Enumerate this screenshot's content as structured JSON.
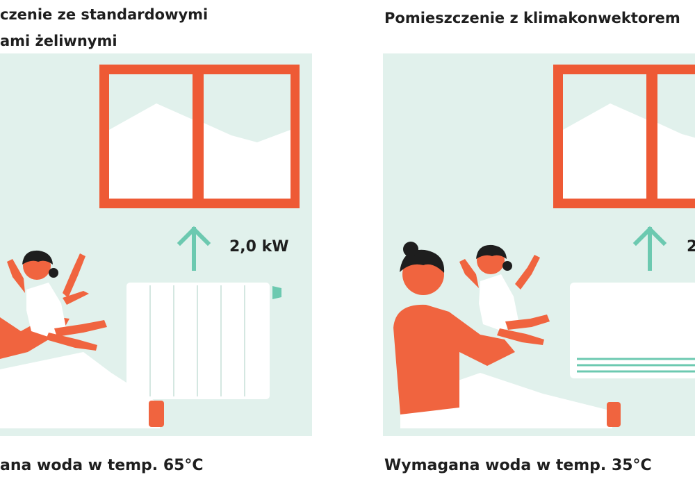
{
  "left_panel": {
    "title_line1": "czenie ze standardowymi",
    "title_line2": "ami żeliwnymi",
    "power": "2,0 kW",
    "caption": "ana woda w temp. 65°C"
  },
  "right_panel": {
    "title": "Pomieszczenie z klimakonwektorem",
    "power": "2",
    "caption": "Wymagana woda w temp. 35°C"
  },
  "colors": {
    "room_bg": "#e1f1ec",
    "window_frame": "#ee5a35",
    "skin": "#f0643f",
    "hair": "#1e1e1e",
    "arrow": "#6cc9b0",
    "radiator_line": "#d4e7e1",
    "valve": "#6cc9b0",
    "text": "#1e1e1e"
  }
}
